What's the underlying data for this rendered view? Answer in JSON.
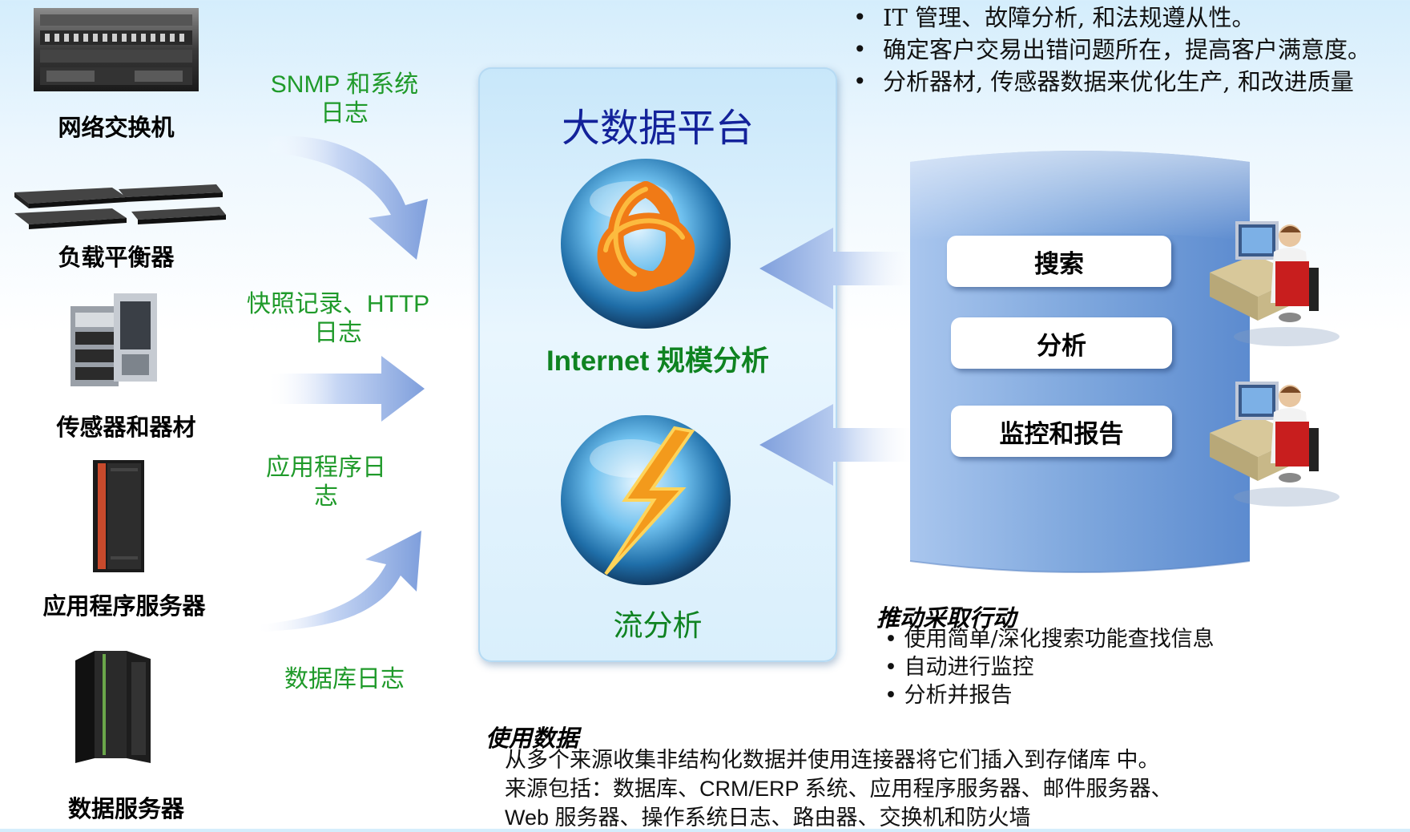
{
  "business": {
    "heading": "",
    "items": [
      "IT 管理、故障分析, 和法规遵从性。",
      "确定客户交易出错问题所在，提高客户满意度。",
      "分析器材, 传感器数据来优化生产, 和改进质量"
    ]
  },
  "sources": [
    {
      "label": "网络交换机",
      "icon": "network-switch-icon"
    },
    {
      "label": "负载平衡器",
      "icon": "load-balancer-icon"
    },
    {
      "label": "传感器和器材",
      "icon": "sensor-equipment-icon"
    },
    {
      "label": "应用程序服务器",
      "icon": "application-server-icon"
    },
    {
      "label": "数据服务器",
      "icon": "data-server-icon"
    }
  ],
  "flows": [
    {
      "label": "SNMP 和系统日志",
      "icon": "curved-arrow-down-icon"
    },
    {
      "label": "快照记录、HTTP 日志",
      "icon": "straight-arrow-right-icon"
    },
    {
      "label": "应用程序日志",
      "icon": "curved-arrow-up-icon"
    },
    {
      "label": "数据库日志"
    }
  ],
  "platform": {
    "title": "大数据平台",
    "internet_caption": "Internet 规模分析",
    "stream_caption": "流分析",
    "internet_icon": "trefoil-knot-orb-icon",
    "stream_icon": "lightning-bolt-orb-icon"
  },
  "actions": {
    "buttons": [
      "搜索",
      "分析",
      "监控和报告"
    ],
    "user_icon": "computer-user-icon",
    "heading": "推动采取行动",
    "items": [
      "使用简单/深化搜索功能查找信息",
      "自动进行监控",
      "分析并报告"
    ]
  },
  "usage": {
    "heading": "使用数据",
    "lines": [
      "从多个来源收集非结构化数据并使用连接器将它们插入到存储库 中。",
      "来源包括：数据库、CRM/ERP 系统、应用程序服务器、邮件服务器、",
      "Web 服务器、操作系统日志、路由器、交换机和防火墙"
    ]
  },
  "colors": {
    "flow_label": "#1f9a2a",
    "platform_title": "#13229a",
    "caption_green": "#0f8321",
    "panel_blue": "#7fa8dc",
    "arrow_blue": "#8fb0e6"
  }
}
